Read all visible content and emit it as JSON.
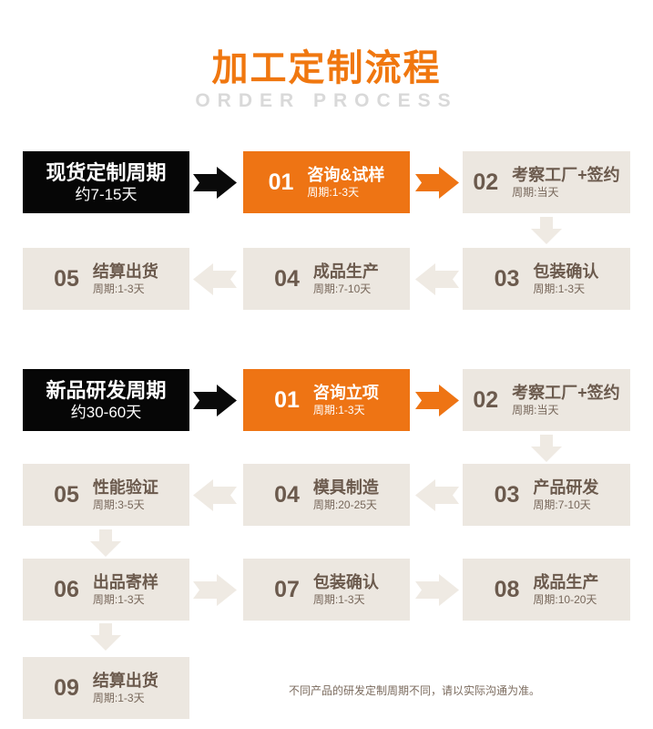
{
  "header": {
    "title": "加工定制流程",
    "subtitle": "ORDER PROCESS"
  },
  "colors": {
    "accent_orange": "#ee7414",
    "box_beige": "#ece7e0",
    "text_brown": "#6b5a4d",
    "start_black": "#060606"
  },
  "flow1": {
    "start": {
      "title": "现货定制周期",
      "subtitle": "约7-15天"
    },
    "steps": [
      {
        "num": "01",
        "title": "咨询&试样",
        "cycle": "周期:1-3天"
      },
      {
        "num": "02",
        "title": "考察工厂+签约",
        "cycle": "周期:当天"
      },
      {
        "num": "03",
        "title": "包装确认",
        "cycle": "周期:1-3天"
      },
      {
        "num": "04",
        "title": "成品生产",
        "cycle": "周期:7-10天"
      },
      {
        "num": "05",
        "title": "结算出货",
        "cycle": "周期:1-3天"
      }
    ]
  },
  "flow2": {
    "start": {
      "title": "新品研发周期",
      "subtitle": "约30-60天"
    },
    "steps": [
      {
        "num": "01",
        "title": "咨询立项",
        "cycle": "周期:1-3天"
      },
      {
        "num": "02",
        "title": "考察工厂+签约",
        "cycle": "周期:当天"
      },
      {
        "num": "03",
        "title": "产品研发",
        "cycle": "周期:7-10天"
      },
      {
        "num": "04",
        "title": "模具制造",
        "cycle": "周期:20-25天"
      },
      {
        "num": "05",
        "title": "性能验证",
        "cycle": "周期:3-5天"
      },
      {
        "num": "06",
        "title": "出品寄样",
        "cycle": "周期:1-3天"
      },
      {
        "num": "07",
        "title": "包装确认",
        "cycle": "周期:1-3天"
      },
      {
        "num": "08",
        "title": "成品生产",
        "cycle": "周期:10-20天"
      },
      {
        "num": "09",
        "title": "结算出货",
        "cycle": "周期:1-3天"
      }
    ]
  },
  "note": "不同产品的研发定制周期不同，请以实际沟通为准。"
}
